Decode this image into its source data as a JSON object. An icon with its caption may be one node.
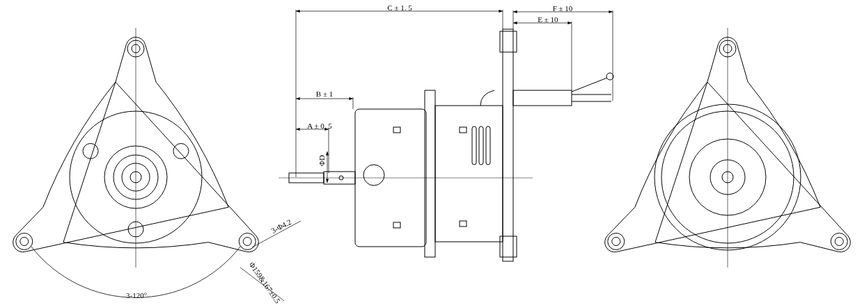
{
  "diagram": {
    "labels": [
      "C ± 1. 5",
      "F ± 10",
      "E ± 10",
      "B ± 1",
      "A ± 0. 5",
      "ΦD",
      "3-Φ4.2",
      "Φ159&167±0.5",
      "3-120°"
    ]
  }
}
